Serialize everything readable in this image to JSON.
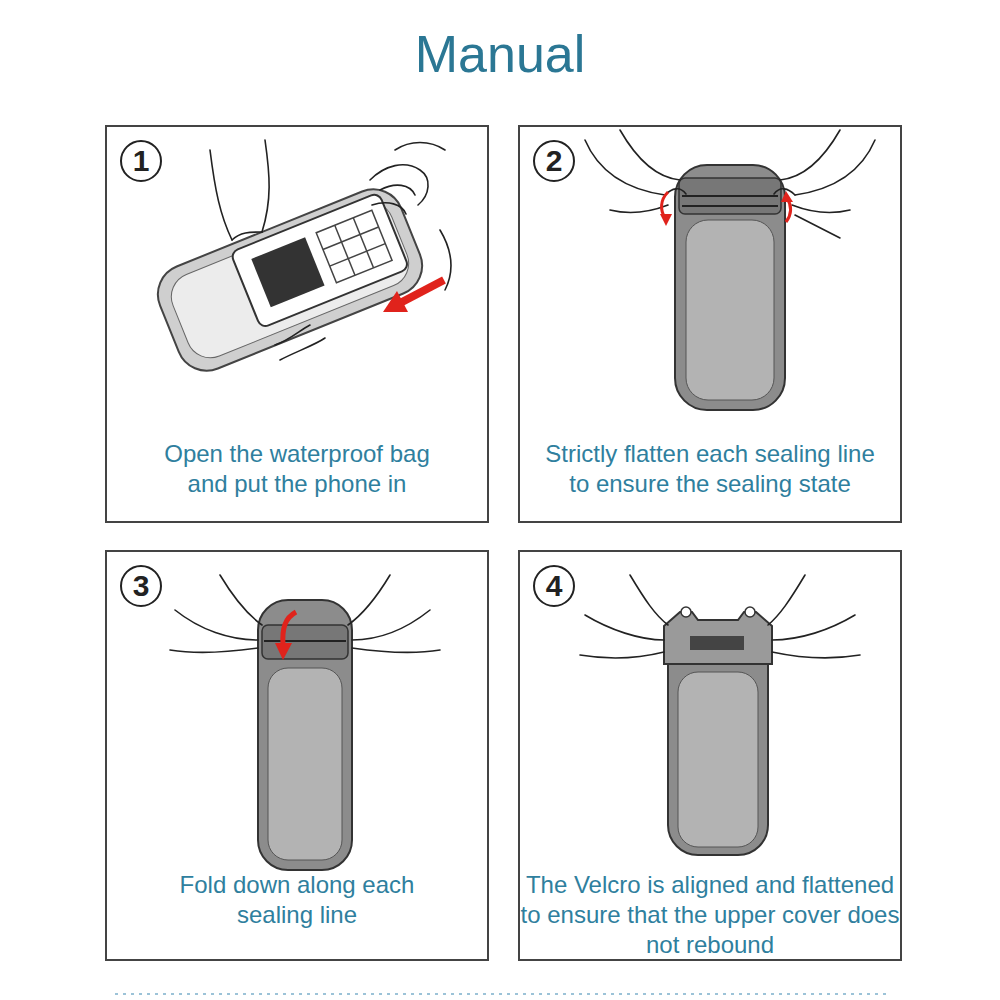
{
  "diagram": {
    "title": "Manual",
    "nodes": [
      {
        "text": [
          "1",
          "Open the waterproof bag and put the phone in"
        ]
      },
      {
        "text": [
          "2",
          "Strictly flatten each sealing line to ensure the sealing state"
        ]
      },
      {
        "text": [
          "3",
          "Fold down along each sealing line"
        ]
      },
      {
        "text": [
          "4",
          "The Velcro is aligned and flattened to ensure that the upper cover does not rebound"
        ]
      }
    ]
  }
}
